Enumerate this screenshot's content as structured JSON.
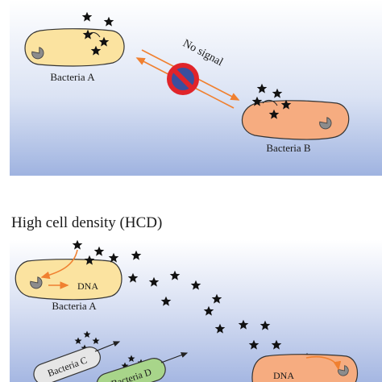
{
  "panels": {
    "top": {
      "bacteria_a": "Bacteria A",
      "bacteria_b": "Bacteria B",
      "no_signal": "No signal"
    },
    "bottom": {
      "heading": "High cell density (HCD)",
      "bacteria_a": "Bacteria A",
      "bacteria_c": "Bacteria C",
      "bacteria_d": "Bacteria D",
      "dna_a": "DNA",
      "dna_e": "DNA"
    }
  },
  "colors": {
    "panel_top": "#ffffff",
    "panel_bottom": "#9fb3e0",
    "bacteria_a_fill": "#fbe3a0",
    "bacteria_b_fill": "#f6ac80",
    "bacteria_c_fill": "#e6e6e6",
    "bacteria_d_fill": "#a8d58a",
    "arrow": "#f08030",
    "prohibit_red": "#e0242a",
    "prohibit_blue": "#3a4f9e",
    "nucleoid": "#8c8c8c"
  },
  "icons": [
    "star-icon",
    "prohibition-icon",
    "arrow-icon",
    "nucleoid-icon"
  ]
}
